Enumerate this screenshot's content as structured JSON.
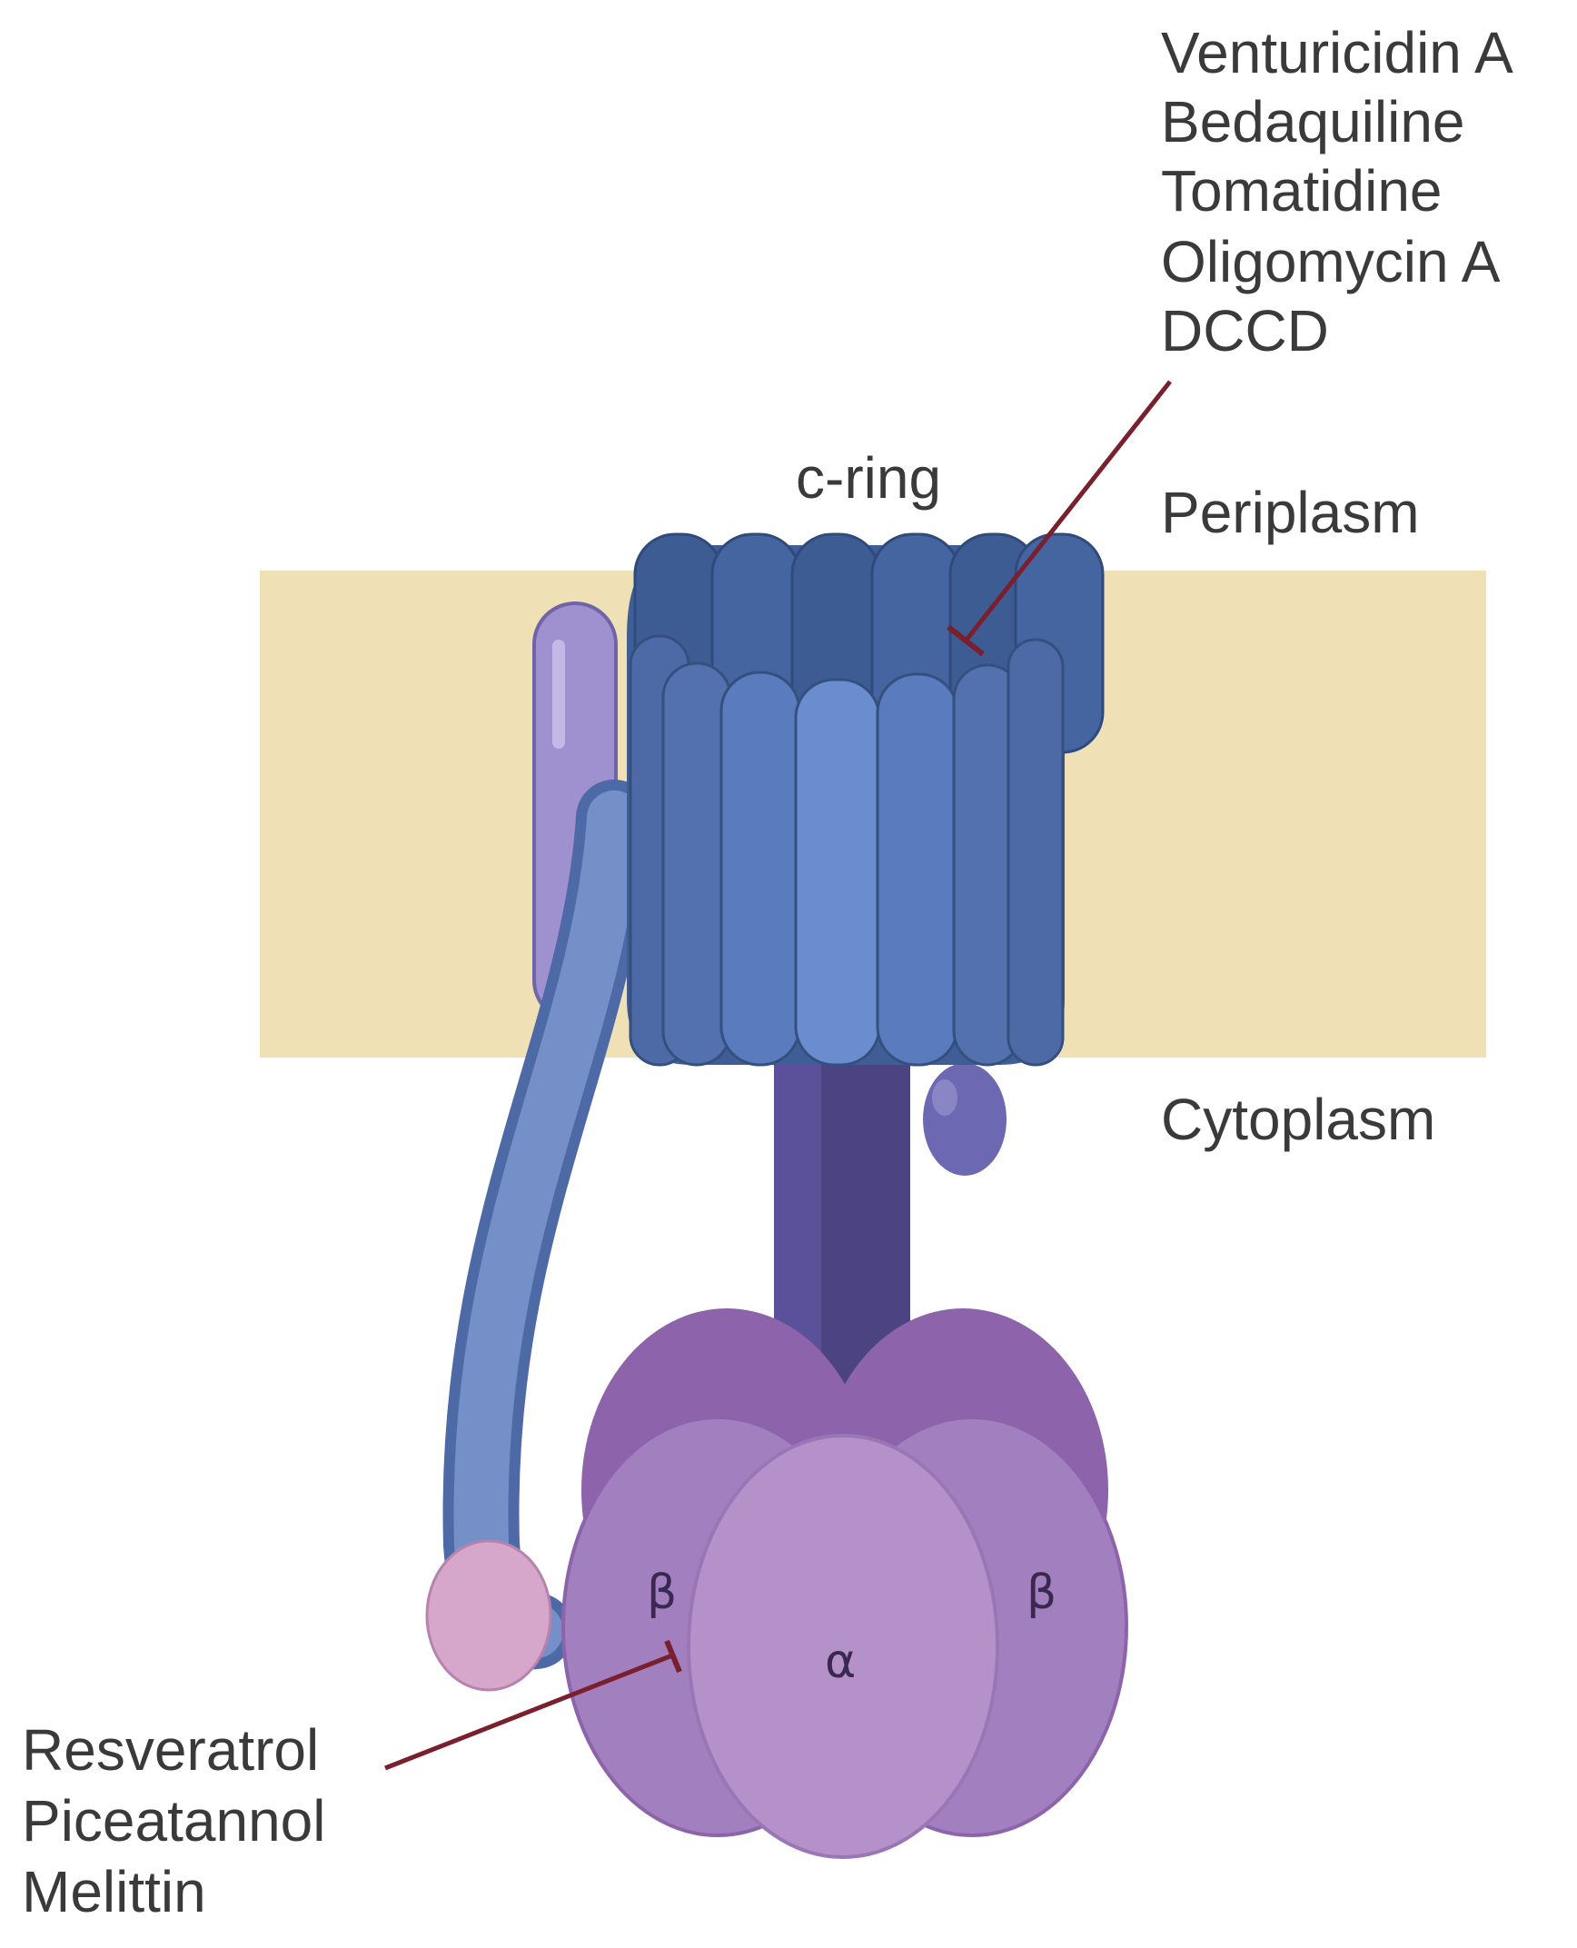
{
  "labels": {
    "c_ring": "c-ring",
    "periplasm": "Periplasm",
    "cytoplasm": "Cytoplasm",
    "beta_left": "β",
    "beta_right": "β",
    "alpha": "α"
  },
  "inhibitor_groups": {
    "c_ring_inhibitors": [
      "Venturicidin A",
      "Bedaquiline",
      "Tomatidine",
      "Oligomycin A",
      "DCCD"
    ],
    "f1_inhibitors": [
      "Resveratrol",
      "Piceatannol",
      "Melittin"
    ]
  },
  "colors": {
    "membrane": "#efe0b5",
    "c_ring": "#5a7cbf",
    "c_ring_dark": "#3f5d96",
    "stalk": "#4c4383",
    "stator": "#6f8bc6",
    "beta": "#a27fbe",
    "alpha": "#b591c9",
    "inhibitor_arrow": "#7a1f2e"
  }
}
